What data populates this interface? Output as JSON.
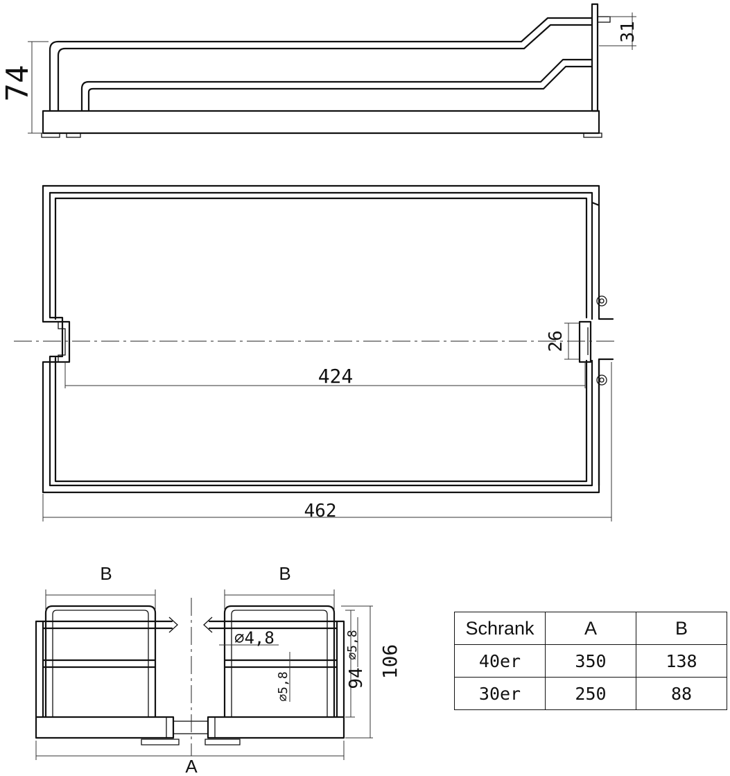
{
  "side_view": {
    "height_label": "74",
    "rail_offset_label": "31"
  },
  "top_view": {
    "inner_width_label": "424",
    "overall_length_label": "462",
    "gap_label": "26"
  },
  "front_view": {
    "left_b_label": "B",
    "right_b_label": "B",
    "overall_a_label": "A",
    "diameter_1_label": "⌀4,8",
    "diameter_2_label": "⌀5,8",
    "diameter_3_label": "⌀5,8",
    "inner_height_label": "94",
    "total_height_label": "106"
  },
  "table": {
    "headers": [
      "Schrank",
      "A",
      "B"
    ],
    "rows": [
      [
        "40er",
        "350",
        "138"
      ],
      [
        "30er",
        "250",
        "88"
      ]
    ]
  }
}
